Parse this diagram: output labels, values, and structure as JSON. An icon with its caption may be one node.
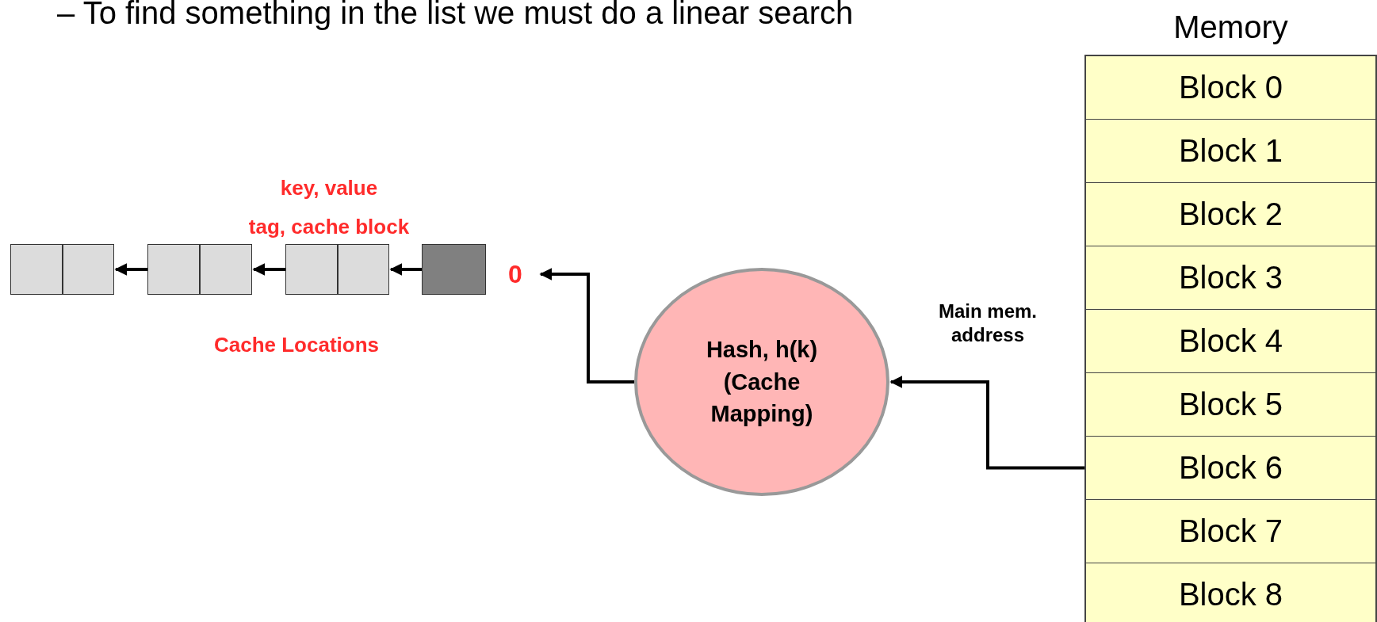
{
  "diagram": {
    "nodes": [
      {
        "text": [],
        "shape": "box"
      },
      {
        "text": [],
        "shape": "box"
      },
      {
        "text": [],
        "shape": "box"
      },
      {
        "text": [],
        "shape": "box"
      },
      {
        "text": [
          "0"
        ]
      },
      {
        "text": [
          "Hash, h(k) (Cache Mapping)"
        ]
      },
      {
        "text": [
          "Memory"
        ]
      },
      {
        "text": [
          "Block 0"
        ],
        "in": 6
      },
      {
        "text": [
          "Block 1"
        ],
        "in": 6
      },
      {
        "text": [
          "Block 2"
        ],
        "in": 6
      },
      {
        "text": [
          "Block 3"
        ],
        "in": 6
      },
      {
        "text": [
          "Block 4"
        ],
        "in": 6
      },
      {
        "text": [
          "Block 5"
        ],
        "in": 6
      },
      {
        "text": [
          "Block 6"
        ],
        "in": 6
      },
      {
        "text": [
          "Block 7"
        ],
        "in": 6
      },
      {
        "text": [
          "Block 8"
        ],
        "in": 6
      }
    ],
    "edges": [
      {
        "from": 3,
        "to": 2,
        "arrow": "to"
      },
      {
        "from": 2,
        "to": 1,
        "arrow": "to"
      },
      {
        "from": 1,
        "to": 0,
        "arrow": "to"
      },
      {
        "from": 5,
        "to": 4,
        "arrow": "to"
      },
      {
        "from": 13,
        "to": 5,
        "arrow": "to",
        "label": "Main mem. address"
      }
    ],
    "labels": [
      "– To find something in the list we must do a linear search",
      "key, value",
      "tag, cache block",
      "Cache Locations"
    ]
  }
}
